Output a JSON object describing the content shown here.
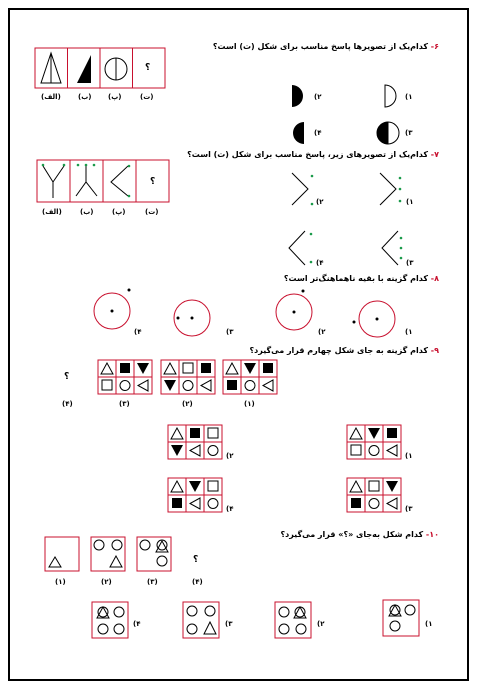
{
  "q6": {
    "number": "۶-",
    "text": "کدام‌یک از تصویرها پاسخ مناسب برای شکل (ت) است؟",
    "seq_labels": [
      "(الف)",
      "(ب)",
      "(پ)",
      "(ت)"
    ],
    "qmark": "؟",
    "options": [
      "۱)",
      "۲)",
      "۳)",
      "۴)"
    ]
  },
  "q7": {
    "number": "۷-",
    "text": "کدام‌یک از تصویرهای زیر، پاسخ مناسب برای شکل (ت) است؟",
    "seq_labels": [
      "(الف)",
      "(ب)",
      "(پ)",
      "(ت)"
    ],
    "qmark": "؟",
    "options": [
      "۱)",
      "۲)",
      "۳)",
      "۴)"
    ]
  },
  "q8": {
    "number": "۸-",
    "text": "کدام گزینه با بقیه ناهماهنگ‌تر است؟",
    "options": [
      "۱)",
      "۲)",
      "۳)",
      "۴)"
    ]
  },
  "q9": {
    "number": "۹-",
    "text": "کدام گزینه به جای شکل چهارم قرار می‌گیرد؟",
    "seq_labels": [
      "(۱)",
      "(۲)",
      "(۳)",
      "(۴)"
    ],
    "qmark": "؟",
    "options": [
      "۱)",
      "۲)",
      "۳)",
      "۴)"
    ]
  },
  "q10": {
    "number": "۱۰-",
    "text": "کدام شکل به‌جای «؟» قرار می‌گیرد؟",
    "seq_labels": [
      "(۱)",
      "(۲)",
      "(۳)",
      "(۴)"
    ],
    "qmark": "؟",
    "options": [
      "۱)",
      "۲)",
      "۳)",
      "۴)"
    ]
  },
  "colors": {
    "red": "#c8102e",
    "green": "#1a9a4a",
    "black": "#000000"
  }
}
